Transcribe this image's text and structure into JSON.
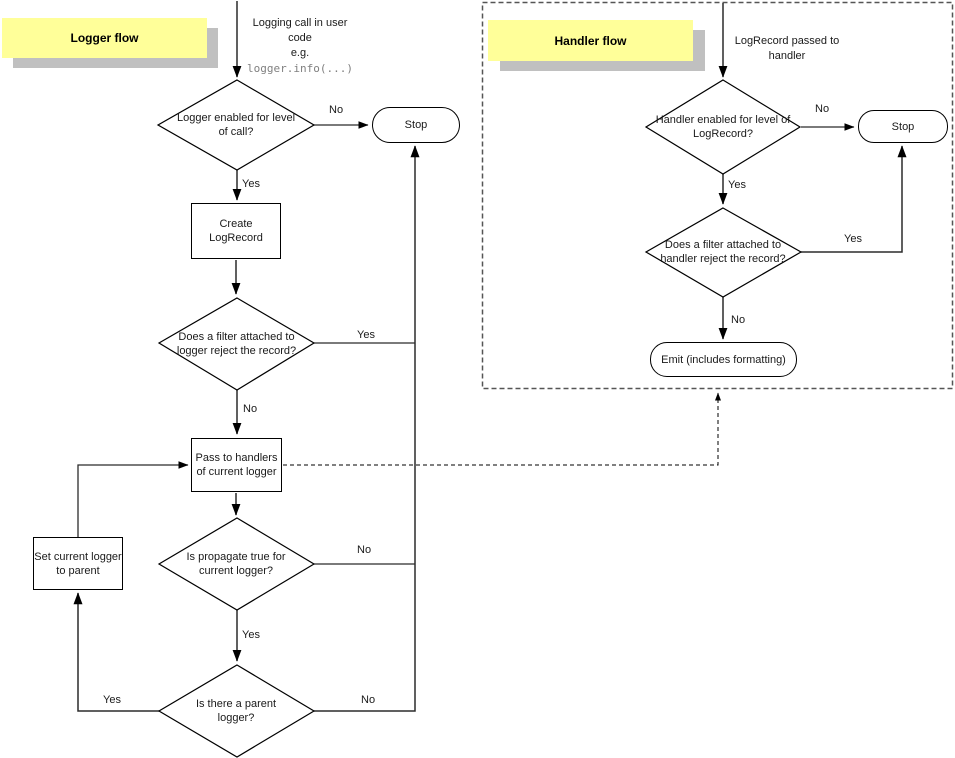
{
  "logger_flow": {
    "title": "Logger flow",
    "entry": {
      "text": "Logging call in user code",
      "eg": "e.g.",
      "code": "logger.info(...)"
    },
    "nodes": {
      "enabled_q": "Logger enabled for level of call?",
      "stop": "Stop",
      "create": "Create LogRecord",
      "filter_q": "Does a filter attached to logger reject the record?",
      "pass": "Pass to handlers of current logger",
      "propagate_q": "Is propagate true for current logger?",
      "set_parent": "Set current logger to parent",
      "parent_q": "Is there a parent logger?"
    },
    "edges": {
      "enabled_no": "No",
      "enabled_yes": "Yes",
      "filter_yes": "Yes",
      "filter_no": "No",
      "propagate_no": "No",
      "propagate_yes": "Yes",
      "parent_yes": "Yes",
      "parent_no": "No"
    }
  },
  "handler_flow": {
    "title": "Handler flow",
    "entry": {
      "text": "LogRecord passed to handler"
    },
    "nodes": {
      "enabled_q": "Handler enabled for level of LogRecord?",
      "stop": "Stop",
      "filter_q": "Does a filter attached to handler reject the record?",
      "emit": "Emit (includes formatting)"
    },
    "edges": {
      "enabled_no": "No",
      "enabled_yes": "Yes",
      "filter_yes": "Yes",
      "filter_no": "No"
    }
  },
  "colors": {
    "background": "#FFFFFF",
    "section_label_bg": "#FFFF99",
    "section_label_shadow": "#C0C0C0",
    "line": "#000000",
    "code_text": "#808080"
  }
}
